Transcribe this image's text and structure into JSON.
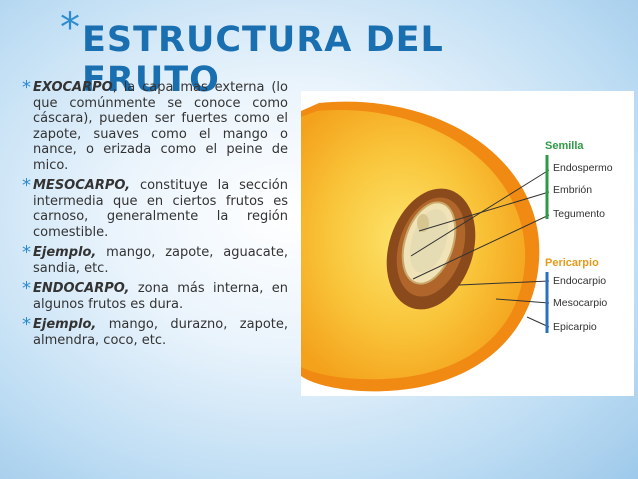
{
  "slide": {
    "title_star": "*",
    "title": "ESTRUCTURA DEL FRUTO"
  },
  "bullets": [
    {
      "star": "*",
      "term": "EXOCARPO",
      "text": ", la capa mas externa (lo que comúnmente se conoce como cáscara), pueden ser fuertes como el zapote, suaves como el mango o nance, o erizada como el peine de mico."
    },
    {
      "star": "*",
      "term": "MESOCARPO,",
      "text": " constituye la sección intermedia que en ciertos frutos es carnoso, generalmente la región comestible."
    },
    {
      "star": "*",
      "term": "Ejemplo,",
      "text": " mango, zapote, aguacate, sandia, etc."
    },
    {
      "star": "*",
      "term": "ENDOCARPO,",
      "text": " zona más interna, en algunos frutos es dura."
    },
    {
      "star": "*",
      "term": "Ejemplo,",
      "text": " mango, durazno, zapote, almendra, coco, etc."
    }
  ],
  "figure": {
    "seed_header": "Semilla",
    "seed_labels": [
      "Endospermo",
      "Embrión",
      "Tegumento"
    ],
    "pericarp_header": "Pericarpio",
    "pericarp_labels": [
      "Endocarpio",
      "Mesocarpio",
      "Epicarpio"
    ],
    "colors": {
      "seed_bracket": "#2f9a46",
      "pericarp_bracket": "#2a6fc2",
      "flesh": "#f7b82a",
      "skin": "#f08a12",
      "pit": "#8a4a1c"
    }
  }
}
